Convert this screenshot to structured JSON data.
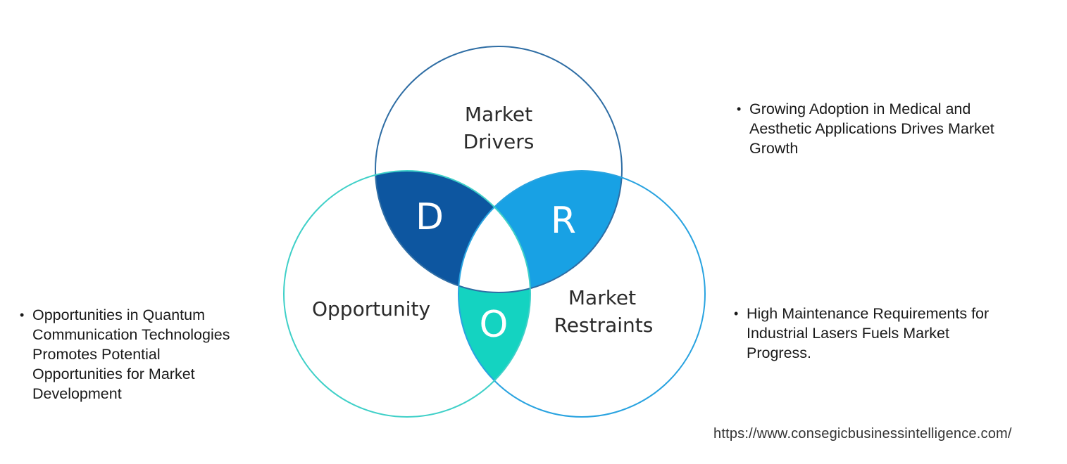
{
  "colors": {
    "drivers_circle": "#2e6da4",
    "restraints_circle": "#29a3e0",
    "opportunity_circle": "#3fd0c8",
    "d_region": "#0d56a0",
    "r_region": "#18a1e4",
    "o_region": "#14d3c1"
  },
  "circles": {
    "drivers": {
      "line1": "Market",
      "line2": "Drivers"
    },
    "restraints": {
      "line1": "Market",
      "line2": "Restraints"
    },
    "opportunity": {
      "label": "Opportunity"
    }
  },
  "regions": {
    "d": "D",
    "r": "R",
    "o": "O"
  },
  "bullets": {
    "drivers": {
      "icon": "bullet-dot",
      "lines": [
        "Growing Adoption in Medical and",
        "Aesthetic Applications Drives Market",
        "Growth"
      ]
    },
    "restraints": {
      "icon": "bullet-dot",
      "lines": [
        "High Maintenance Requirements for",
        "Industrial Lasers Fuels Market",
        "Progress."
      ]
    },
    "opportunity": {
      "icon": "bullet-dot",
      "lines": [
        "Opportunities in Quantum",
        "Communication Technologies",
        "Promotes Potential",
        "Opportunities for Market",
        "Development"
      ]
    }
  },
  "source": "https://www.consegicbusinessintelligence.com/"
}
